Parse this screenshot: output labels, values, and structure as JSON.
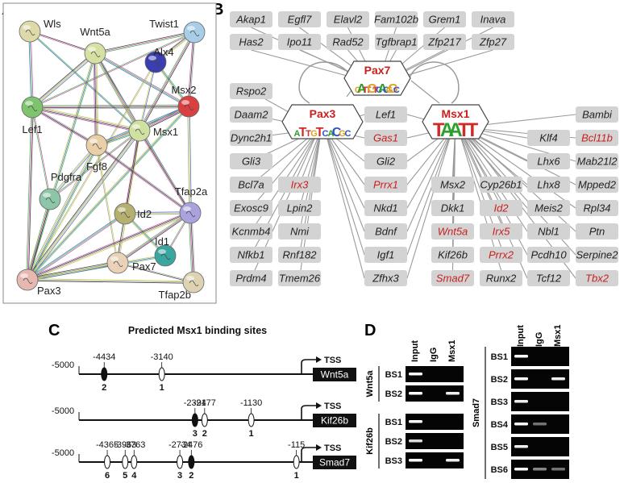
{
  "panels": {
    "a": "A",
    "b": "B",
    "c": "C",
    "d": "D"
  },
  "network": {
    "nodes": [
      {
        "id": "Wls",
        "label": "Wls",
        "color": "#ddd9a8"
      },
      {
        "id": "Wnt5a",
        "label": "Wnt5a",
        "color": "#d6e0a3"
      },
      {
        "id": "Twist1",
        "label": "Twist1",
        "color": "#a8cde6"
      },
      {
        "id": "Alx4",
        "label": "Alx4",
        "color": "#3a3fb0"
      },
      {
        "id": "Msx2",
        "label": "Msx2",
        "color": "#d94040"
      },
      {
        "id": "Lef1",
        "label": "Lef1",
        "color": "#7ec46e"
      },
      {
        "id": "Msx1",
        "label": "Msx1",
        "color": "#cfe0a0"
      },
      {
        "id": "Fgf8",
        "label": "Fgf8",
        "color": "#e8cfa8"
      },
      {
        "id": "Pdgfra",
        "label": "Pdgfra",
        "color": "#8cc5a8"
      },
      {
        "id": "Id2",
        "label": "Id2",
        "color": "#b5b070"
      },
      {
        "id": "Tfap2a",
        "label": "Tfap2a",
        "color": "#a9a2dc"
      },
      {
        "id": "Id1",
        "label": "Id1",
        "color": "#3aa6a0"
      },
      {
        "id": "Pax7",
        "label": "Pax7",
        "color": "#ead2b8"
      },
      {
        "id": "Pax3",
        "label": "Pax3",
        "color": "#e6b8b0"
      },
      {
        "id": "Tfap2b",
        "label": "Tfap2b",
        "color": "#ddd3b3"
      }
    ]
  },
  "regulation": {
    "motifs": [
      {
        "id": "pax7",
        "label": "Pax7",
        "logo": "GATTGTCACGGC"
      },
      {
        "id": "pax3",
        "label": "Pax3",
        "logo": "ATTGTCACGC"
      },
      {
        "id": "msx1",
        "label": "Msx1",
        "logo": "TAATT"
      }
    ],
    "pax7_targets": [
      "Akap1",
      "Egfl7",
      "Elavl2",
      "Fam102b",
      "Grem1",
      "Inava",
      "Has2",
      "Ipo11",
      "Rad52",
      "Tgfbrap1",
      "Zfp217",
      "Zfp27"
    ],
    "pax3_targets": [
      {
        "name": "Rspo2",
        "red": false
      },
      {
        "name": "Daam2",
        "red": false
      },
      {
        "name": "Dync2h1",
        "red": false
      },
      {
        "name": "Gli3",
        "red": false
      },
      {
        "name": "Bcl7a",
        "red": false
      },
      {
        "name": "Irx3",
        "red": true
      },
      {
        "name": "Exosc9",
        "red": false
      },
      {
        "name": "Lpin2",
        "red": false
      },
      {
        "name": "Kcnmb4",
        "red": false
      },
      {
        "name": "Nmi",
        "red": false
      },
      {
        "name": "Nfkb1",
        "red": false
      },
      {
        "name": "Rnf182",
        "red": false
      },
      {
        "name": "Prdm4",
        "red": false
      },
      {
        "name": "Tmem26",
        "red": false
      }
    ],
    "shared_targets": [
      {
        "name": "Lef1",
        "red": false
      },
      {
        "name": "Gas1",
        "red": true
      },
      {
        "name": "Gli2",
        "red": false
      },
      {
        "name": "Prrx1",
        "red": true
      },
      {
        "name": "Nkd1",
        "red": false
      },
      {
        "name": "Bdnf",
        "red": false
      },
      {
        "name": "Igf1",
        "red": false
      },
      {
        "name": "Zfhx3",
        "red": false
      }
    ],
    "msx1_targets": [
      {
        "name": "Bambi",
        "red": false
      },
      {
        "name": "Klf4",
        "red": false
      },
      {
        "name": "Bcl11b",
        "red": true
      },
      {
        "name": "Lhx6",
        "red": false
      },
      {
        "name": "Mab21l2",
        "red": false
      },
      {
        "name": "Msx2",
        "red": false
      },
      {
        "name": "Cyp26b1",
        "red": false
      },
      {
        "name": "Lhx8",
        "red": false
      },
      {
        "name": "Mpped2",
        "red": false
      },
      {
        "name": "Dkk1",
        "red": false
      },
      {
        "name": "Id2",
        "red": true
      },
      {
        "name": "Meis2",
        "red": false
      },
      {
        "name": "Rpl34",
        "red": false
      },
      {
        "name": "Wnt5a",
        "red": true
      },
      {
        "name": "Irx5",
        "red": true
      },
      {
        "name": "Nbl1",
        "red": false
      },
      {
        "name": "Ptn",
        "red": false
      },
      {
        "name": "Kif26b",
        "red": false
      },
      {
        "name": "Prrx2",
        "red": true
      },
      {
        "name": "Pcdh10",
        "red": false
      },
      {
        "name": "Serpine2",
        "red": false
      },
      {
        "name": "Smad7",
        "red": true
      },
      {
        "name": "Runx2",
        "red": false
      },
      {
        "name": "Tcf12",
        "red": false
      },
      {
        "name": "Tbx2",
        "red": true
      }
    ]
  },
  "binding_sites": {
    "title": "Predicted Msx1 binding sites",
    "tss_label": "TSS",
    "genes": [
      {
        "name": "Wnt5a",
        "start": "-5000",
        "sites": [
          {
            "pos": "-4434",
            "num": "2",
            "filled": true
          },
          {
            "pos": "-3140",
            "num": "1",
            "filled": false
          }
        ]
      },
      {
        "name": "Kif26b",
        "start": "-5000",
        "sites": [
          {
            "pos": "-2394",
            "num": "3",
            "filled": true
          },
          {
            "pos": "-2177",
            "num": "2",
            "filled": false
          },
          {
            "pos": "-1130",
            "num": "1",
            "filled": false
          }
        ]
      },
      {
        "name": "Smad7",
        "start": "-5000",
        "sites": [
          {
            "pos": "-4365",
            "num": "6",
            "filled": false
          },
          {
            "pos": "-3963",
            "num": "5",
            "filled": false
          },
          {
            "pos": "-3763",
            "num": "4",
            "filled": false
          },
          {
            "pos": "-2734",
            "num": "3",
            "filled": false
          },
          {
            "pos": "-2476",
            "num": "2",
            "filled": true
          },
          {
            "pos": "-115",
            "num": "1",
            "filled": false
          }
        ]
      }
    ]
  },
  "chip": {
    "columns": [
      "Input",
      "IgG",
      "Msx1"
    ],
    "groups": [
      {
        "gene": "Wnt5a",
        "rows": [
          {
            "site": "BS1",
            "bands": [
              1.0,
              0.0,
              0.0
            ]
          },
          {
            "site": "BS2",
            "bands": [
              1.0,
              0.0,
              0.9
            ]
          }
        ]
      },
      {
        "gene": "Kif26b",
        "rows": [
          {
            "site": "BS1",
            "bands": [
              1.0,
              0.0,
              0.0
            ]
          },
          {
            "site": "BS2",
            "bands": [
              0.8,
              0.0,
              0.0
            ]
          },
          {
            "site": "BS3",
            "bands": [
              1.0,
              0.0,
              0.9
            ]
          }
        ]
      },
      {
        "gene": "Smad7",
        "rows": [
          {
            "site": "BS1",
            "bands": [
              1.0,
              0.0,
              0.0
            ]
          },
          {
            "site": "BS2",
            "bands": [
              1.0,
              0.0,
              0.9
            ]
          },
          {
            "site": "BS3",
            "bands": [
              0.9,
              0.0,
              0.0
            ]
          },
          {
            "site": "BS4",
            "bands": [
              1.0,
              0.2,
              0.0
            ]
          },
          {
            "site": "BS5",
            "bands": [
              0.9,
              0.0,
              0.0
            ]
          },
          {
            "site": "BS6",
            "bands": [
              1.0,
              0.3,
              0.2
            ]
          }
        ]
      }
    ]
  }
}
